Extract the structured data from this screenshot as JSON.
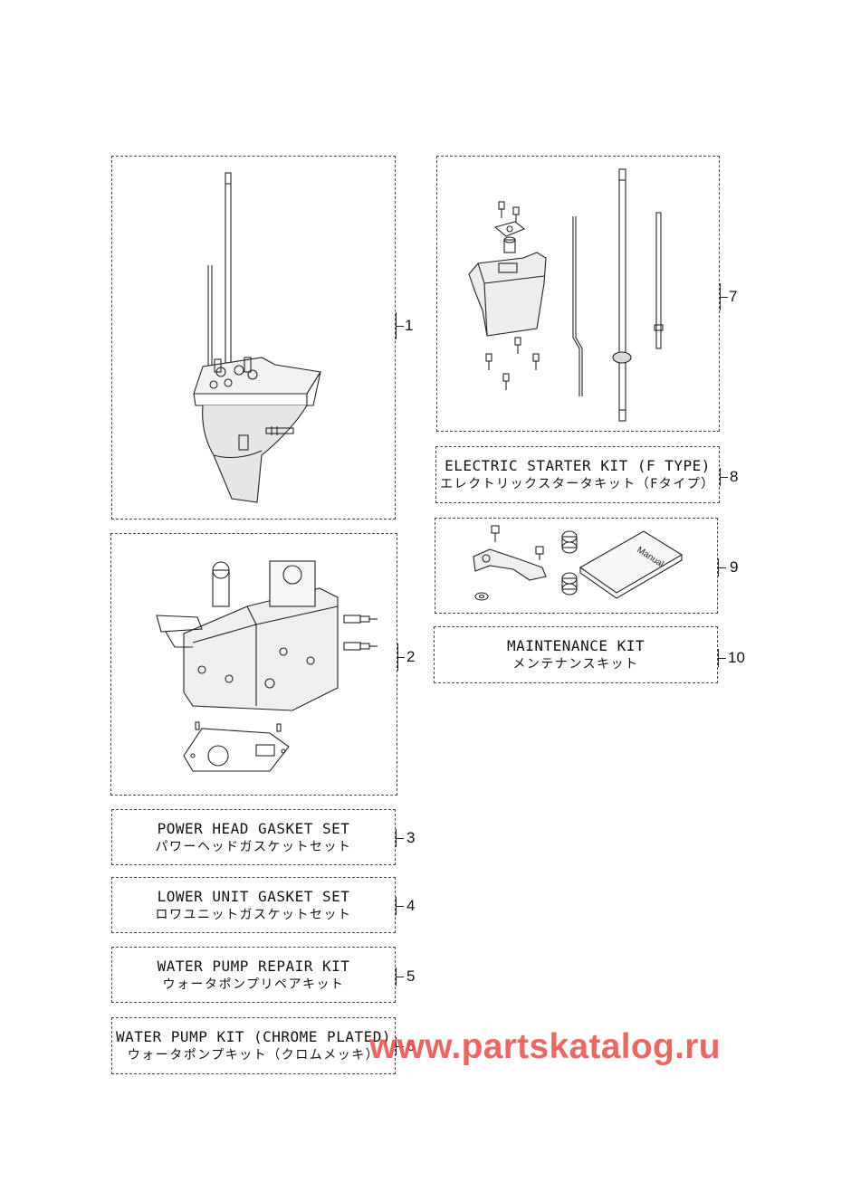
{
  "kits": {
    "k3": {
      "en": "POWER HEAD GASKET SET",
      "jp": "パワーヘッドガスケットセット",
      "ref": "3"
    },
    "k4": {
      "en": "LOWER UNIT GASKET SET",
      "jp": "ロワユニットガスケットセット",
      "ref": "4"
    },
    "k5": {
      "en": "WATER PUMP REPAIR KIT",
      "jp": "ウォータポンプリペアキット",
      "ref": "5"
    },
    "k6": {
      "en": "WATER PUMP KIT (CHROME PLATED)",
      "jp": "ウォータポンプキット（クロムメッキ）",
      "ref": "6"
    },
    "k8": {
      "en": "ELECTRIC STARTER KIT  (F TYPE)",
      "jp": "エレクトリックスタータキット（Fタイプ）",
      "ref": "8"
    },
    "k10": {
      "en": "MAINTENANCE KIT",
      "jp": "メンテナンスキット",
      "ref": "10"
    }
  },
  "illustrations": {
    "p1": {
      "ref": "1"
    },
    "p2": {
      "ref": "2"
    },
    "p7": {
      "ref": "7"
    },
    "p9": {
      "ref": "9",
      "manual_label": "Manual"
    }
  },
  "watermark": "www.partskatalog.ru",
  "colors": {
    "line": "#222222",
    "watermark": "#e8534f"
  }
}
